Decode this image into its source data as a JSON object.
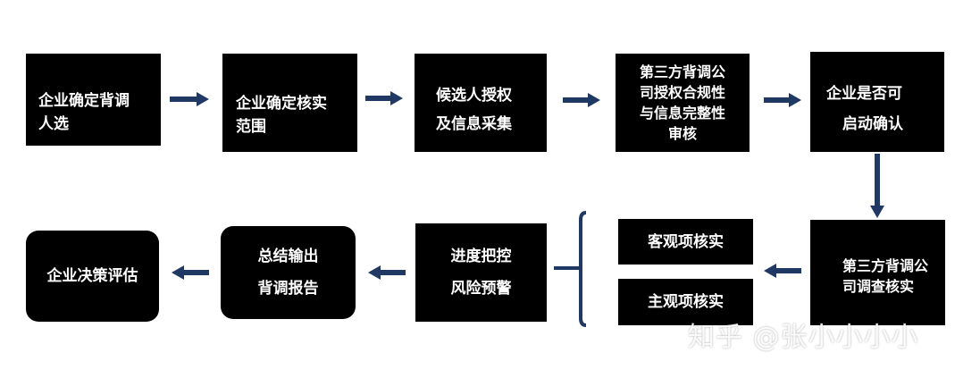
{
  "flow": {
    "step1": [
      "企业确定背调",
      "人选"
    ],
    "step2": [
      "企业确定核实",
      "范围"
    ],
    "step3": [
      "候选人授权",
      "及信息采集"
    ],
    "step4": [
      "第三方背调公",
      "司授权合规性",
      "与信息完整性",
      "审核"
    ],
    "step5": [
      "企业是否可",
      "启动确认"
    ],
    "step6": [
      "第三方背调公",
      "司调查核实"
    ],
    "step7": "客观项核实",
    "step8": "主观项核实",
    "step9": [
      "进度把控",
      "风险预警"
    ],
    "step10": [
      "总结输出",
      "背调报告"
    ],
    "step11": "企业决策评估"
  },
  "colors": {
    "box": "#000000",
    "text": "#ffffff",
    "arrow": "#1f3864"
  },
  "watermark": "知乎 @张小小小小"
}
